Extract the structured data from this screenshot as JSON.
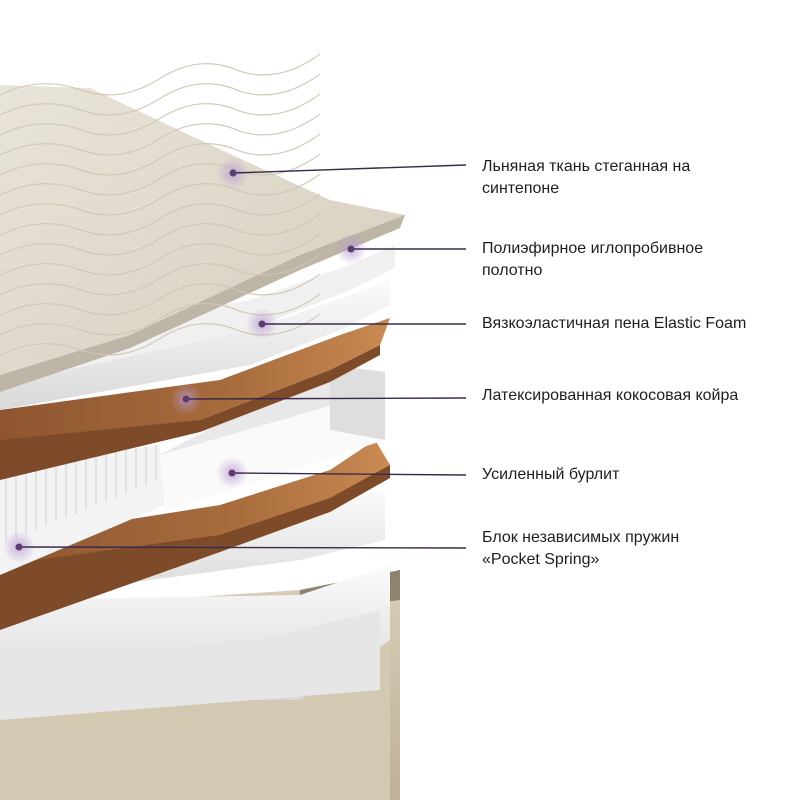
{
  "callouts": [
    {
      "lines": [
        "Льняная ткань стеганная на",
        "синтепоне"
      ]
    },
    {
      "lines": [
        "Полиэфирное иглопробивное",
        "полотно"
      ]
    },
    {
      "lines": [
        "Вязкоэластичная пена Elastic Foam"
      ]
    },
    {
      "lines": [
        "Латексированная кокосовая койра"
      ]
    },
    {
      "lines": [
        "Усиленный бурлит"
      ]
    },
    {
      "lines": [
        "Блок независимых пружин",
        "«Pocket Spring»"
      ]
    }
  ],
  "colors": {
    "marker": "#5a3d73",
    "marker_halo": "#b99ad0",
    "leader_line": "#3a2a4a",
    "linen": "#ddd6c8",
    "coir": "#a5683a",
    "foam": "#efefef",
    "base": "#cbbfa6"
  }
}
